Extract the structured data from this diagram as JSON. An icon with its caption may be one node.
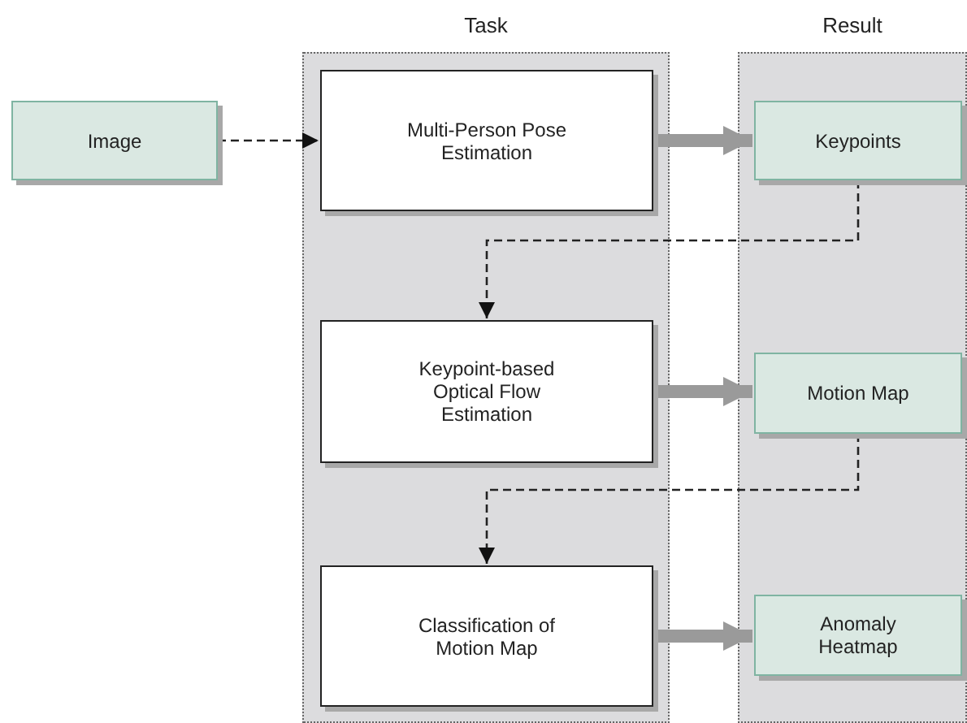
{
  "diagram": {
    "nodes": [
      {
        "text": [
          "Image"
        ]
      },
      {
        "text": [
          "Task"
        ]
      },
      {
        "text": [
          "Multi-Person Pose Estimation"
        ],
        "in": 1
      },
      {
        "text": [
          "Keypoint-based Optical Flow Estimation"
        ],
        "in": 1
      },
      {
        "text": [
          "Classification of Motion Map"
        ],
        "in": 1
      },
      {
        "text": [
          "Result"
        ]
      },
      {
        "text": [
          "Keypoints"
        ],
        "in": 5
      },
      {
        "text": [
          "Motion Map"
        ],
        "in": 5
      },
      {
        "text": [
          "Anomaly Heatmap"
        ],
        "in": 5
      }
    ],
    "edges": [
      {
        "from": 0,
        "to": 2,
        "arrow": "to",
        "style": "dashed"
      },
      {
        "from": 2,
        "to": 6,
        "arrow": "to",
        "style": "thick",
        "color": "#9a9a9a"
      },
      {
        "from": 6,
        "to": 3,
        "arrow": "to",
        "style": "dashed"
      },
      {
        "from": 3,
        "to": 7,
        "arrow": "to",
        "style": "thick",
        "color": "#9a9a9a"
      },
      {
        "from": 7,
        "to": 4,
        "arrow": "to",
        "style": "dashed"
      },
      {
        "from": 4,
        "to": 8,
        "arrow": "to",
        "style": "thick",
        "color": "#9a9a9a"
      }
    ]
  }
}
